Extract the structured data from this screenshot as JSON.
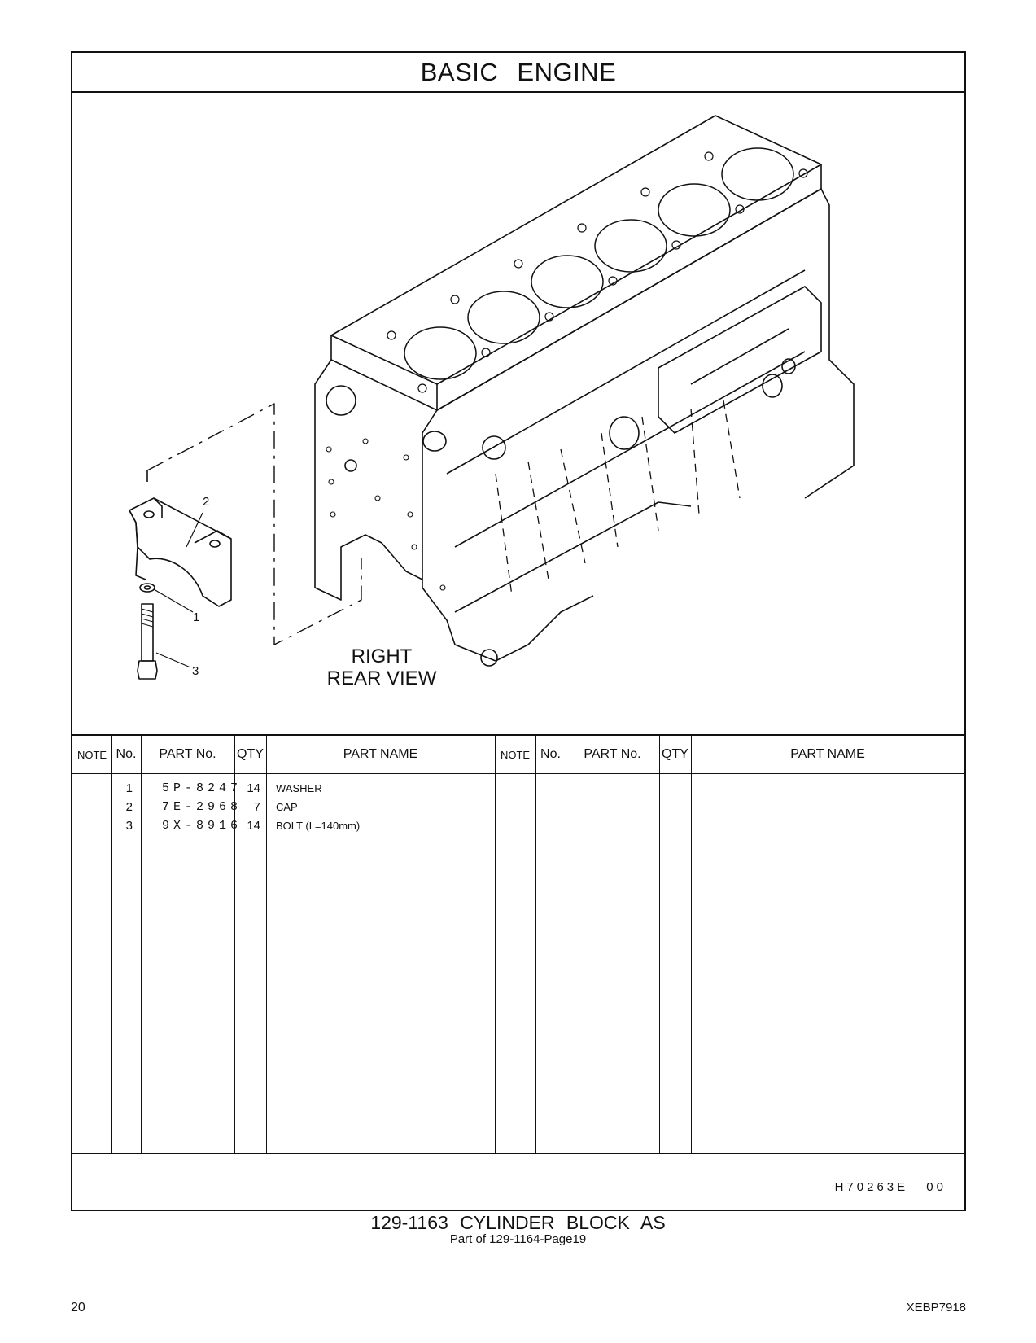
{
  "section_title": "BASIC   ENGINE",
  "view_label": [
    "RIGHT",
    "REAR  VIEW"
  ],
  "callouts": [
    "1",
    "2",
    "3"
  ],
  "table": {
    "headers": {
      "note": "NOTE",
      "no": "No.",
      "part_no": "PART No.",
      "qty": "QTY",
      "part_name": "PART NAME"
    },
    "rows": [
      {
        "no": "1",
        "part_no": "5P-8247",
        "qty": "14",
        "part_name": "WASHER"
      },
      {
        "no": "2",
        "part_no": "7E-2968",
        "qty": "7",
        "part_name": "CAP"
      },
      {
        "no": "3",
        "part_no": "9X-8916",
        "qty": "14",
        "part_name": "BOLT (L=140mm)"
      }
    ]
  },
  "illustration_code": "H70263E   00",
  "caption": {
    "title": "129-1163   CYLINDER  BLOCK  AS",
    "subtitle": "Part of 129-1164-Page19"
  },
  "footer": {
    "page_number": "20",
    "doc_code": "XEBP7918"
  }
}
